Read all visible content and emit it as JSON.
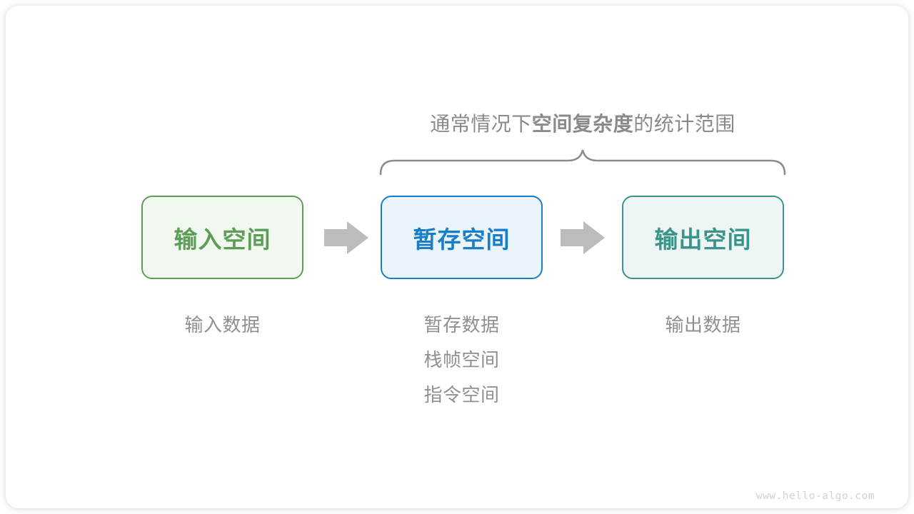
{
  "diagram": {
    "annotation": {
      "prefix": "通常情况下",
      "emphasis": "空间复杂度",
      "suffix": "的统计范围"
    },
    "boxes": [
      {
        "label": "输入空间",
        "theme": "green"
      },
      {
        "label": "暂存空间",
        "theme": "blue"
      },
      {
        "label": "输出空间",
        "theme": "teal"
      }
    ],
    "captions": [
      {
        "lines": [
          "输入数据"
        ]
      },
      {
        "lines": [
          "暂存数据",
          "栈帧空间",
          "指令空间"
        ]
      },
      {
        "lines": [
          "输出数据"
        ]
      }
    ],
    "watermark": "www.hello-algo.com"
  },
  "colors": {
    "green_border": "#5D9E57",
    "green_text": "#5D9E57",
    "green_bg": "#F1F8F0",
    "blue_border": "#1A7DC8",
    "blue_text": "#1A7DC8",
    "blue_bg": "#EAF4FB",
    "teal_border": "#3A9489",
    "teal_text": "#3A9489",
    "teal_bg": "#EDF6F5",
    "arrow": "#BCBCBC",
    "annotation_text": "#8A8A8A",
    "brace": "#8C8C8C",
    "caption_text": "#909090",
    "watermark_text": "#D2D2D2"
  }
}
